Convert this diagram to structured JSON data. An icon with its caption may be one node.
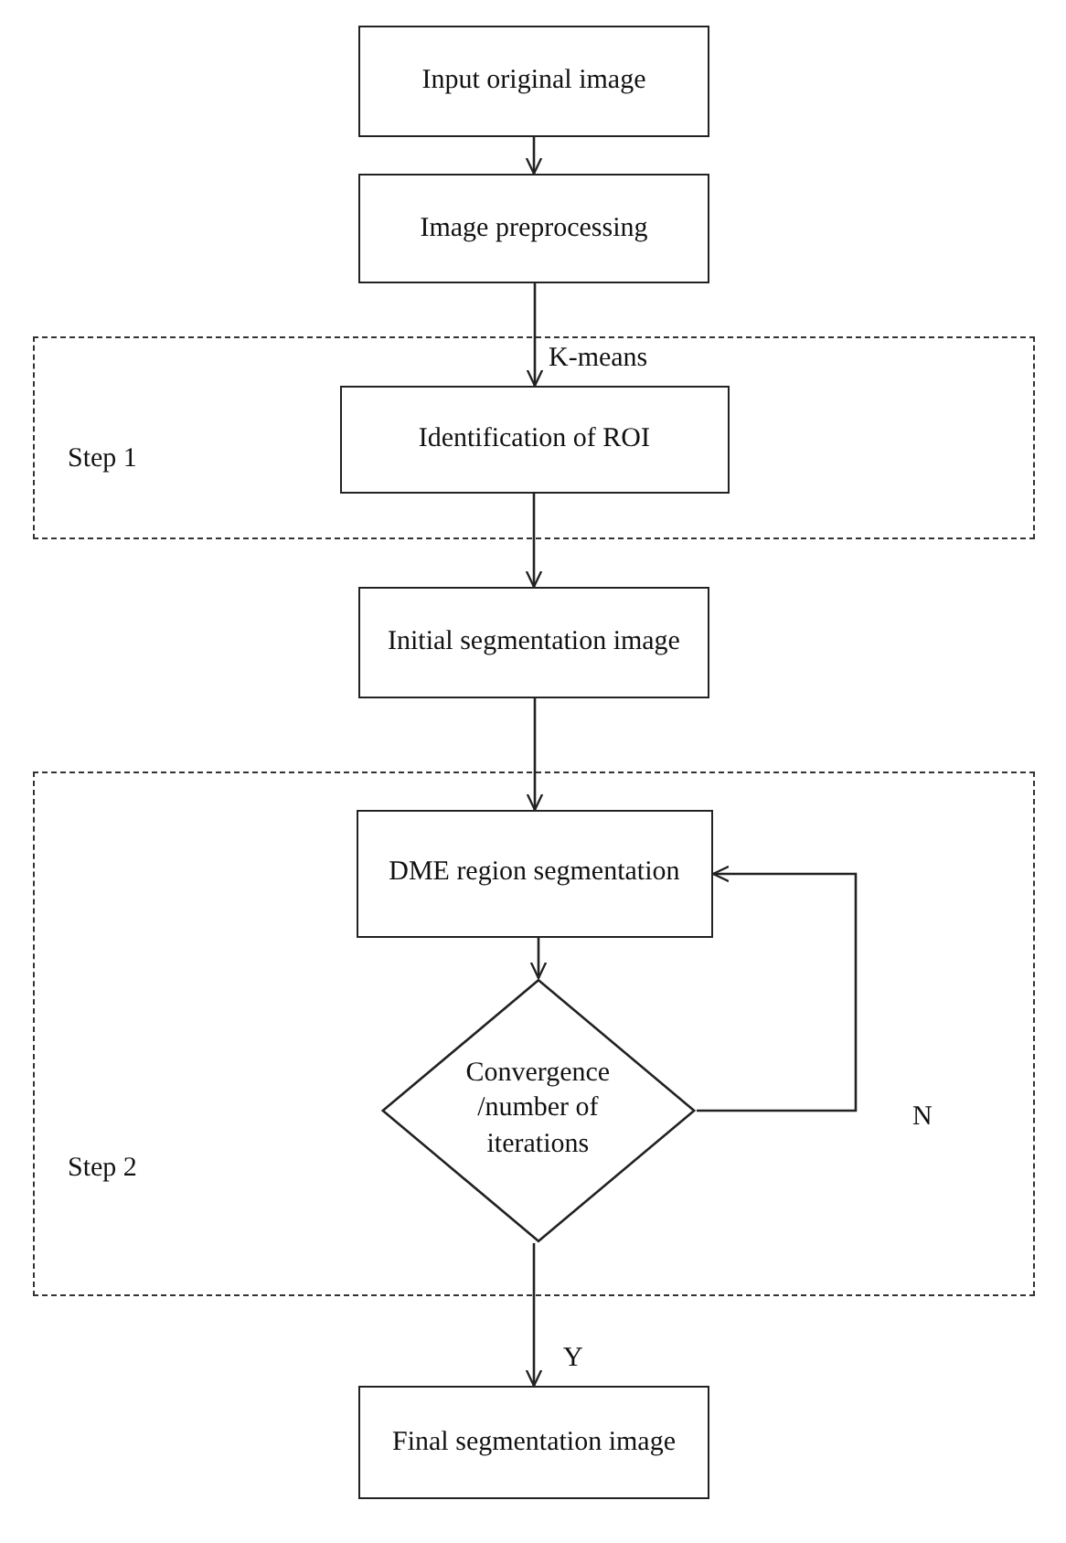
{
  "diagram": {
    "nodes": [
      {
        "text": [
          "Input original image"
        ]
      },
      {
        "text": [
          "Image preprocessing"
        ]
      },
      {
        "text": [
          "Step 1"
        ]
      },
      {
        "text": [
          "Identification of ROI"
        ],
        "in": 2
      },
      {
        "text": [
          "Initial segmentation image"
        ]
      },
      {
        "text": [
          "Step 2"
        ]
      },
      {
        "text": [
          "DME region segmentation"
        ],
        "in": 5
      },
      {
        "text": [
          "Convergence /number of iterations"
        ],
        "in": 5
      },
      {
        "text": [
          "Final segmentation image"
        ]
      }
    ],
    "edges": [
      {
        "from": 0,
        "to": 1,
        "arrow": "to"
      },
      {
        "from": 1,
        "to": 3,
        "arrow": "to",
        "label": "K-means"
      },
      {
        "from": 3,
        "to": 4,
        "arrow": "to"
      },
      {
        "from": 4,
        "to": 6,
        "arrow": "to"
      },
      {
        "from": 6,
        "to": 7,
        "arrow": "to"
      },
      {
        "from": 7,
        "to": 6,
        "arrow": "to",
        "label": "N"
      },
      {
        "from": 7,
        "to": 8,
        "arrow": "to",
        "label": "Y"
      }
    ]
  }
}
